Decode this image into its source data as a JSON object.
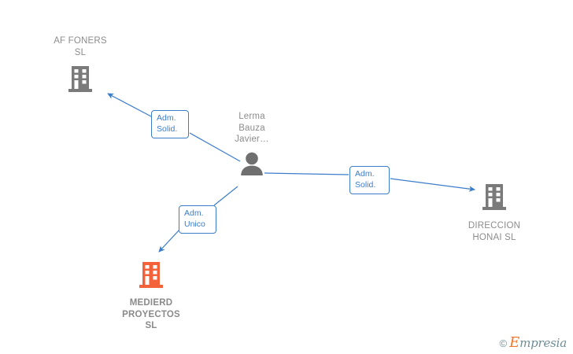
{
  "diagram": {
    "title": "Lerma Bauza Javier relationship graph",
    "background": "#ffffff",
    "edge_color": "#3c7dc9",
    "company_gray": "#7a7a7a",
    "company_orange": "#f4623a",
    "person_gray": "#6f6f6f",
    "label_text_color": "#8c8c8c"
  },
  "nodes": {
    "person": {
      "id": "lerma-bauza-javier",
      "label": "Lerma\nBauza\nJavier…",
      "type": "person",
      "icon": "person-icon",
      "color": "#6f6f6f"
    },
    "af_foners": {
      "id": "af-foners-sl",
      "label": "AF FONERS\nSL",
      "type": "company",
      "icon": "building-icon",
      "color": "#7a7a7a",
      "bold": false
    },
    "medierd": {
      "id": "medierd-proyectos-sl",
      "label": "MEDIERD\nPROYECTOS\nSL",
      "type": "company",
      "icon": "building-icon",
      "color": "#f4623a",
      "bold": true
    },
    "direccion_honai": {
      "id": "direccion-honai-sl",
      "label": "DIRECCION\nHONAI  SL",
      "type": "company",
      "icon": "building-icon",
      "color": "#7a7a7a",
      "bold": false
    }
  },
  "edges": [
    {
      "id": "edge-person-af-foners",
      "from": "lerma-bauza-javier",
      "to": "af-foners-sl",
      "label": "Adm.\nSolid.",
      "direction": "to-target"
    },
    {
      "id": "edge-person-direccion-honai",
      "from": "lerma-bauza-javier",
      "to": "direccion-honai-sl",
      "label": "Adm.\nSolid.",
      "direction": "to-target"
    },
    {
      "id": "edge-person-medierd",
      "from": "lerma-bauza-javier",
      "to": "medierd-proyectos-sl",
      "label": "Adm.\nUnico",
      "direction": "to-target"
    }
  ],
  "watermark": {
    "copyright": "©",
    "brand_initial": "E",
    "brand_rest": "mpresia"
  }
}
